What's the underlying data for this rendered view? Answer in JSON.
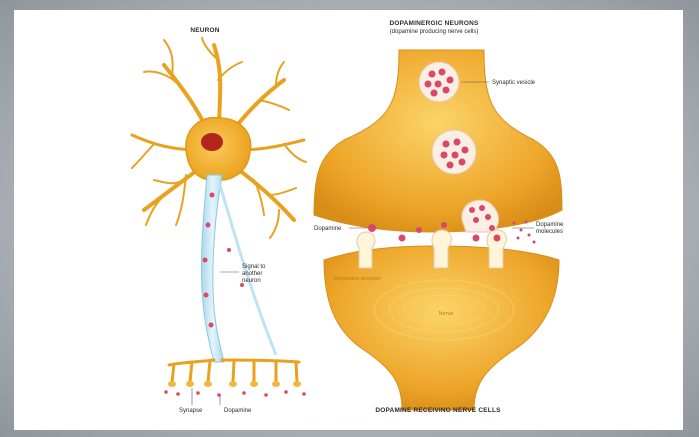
{
  "labels": {
    "neuron_title": "NEURON",
    "dopaminergic_title": "DOPAMINERGIC NEURONS",
    "dopaminergic_subtitle": "(dopamine producing nerve cells)",
    "synaptic_vesicle": "Synaptic vesicle",
    "dopamine_left": "Dopamine",
    "dopamine_molecules_1": "Dopamine",
    "dopamine_molecules_2": "molecules",
    "signal_1": "Signal to",
    "signal_2": "another",
    "signal_3": "neuron",
    "synapse": "Synapse",
    "dopamine_bottom": "Dopamine",
    "receiving_cells": "DOPAMINE RECEIVING NERVE CELLS",
    "receptor": "Dopamine receptor",
    "nerve": "Nerve"
  },
  "colors": {
    "neuron_body": "#f6b629",
    "neuron_dark": "#e09a16",
    "nucleus": "#b3261e",
    "axon": "#bfe3f4",
    "terminal": "#f2b63a",
    "terminal_dark": "#d78f1a",
    "vesicle_fill": "#fbeee2",
    "dopamine": "#d9476a",
    "receptor": "#fff6d9"
  }
}
